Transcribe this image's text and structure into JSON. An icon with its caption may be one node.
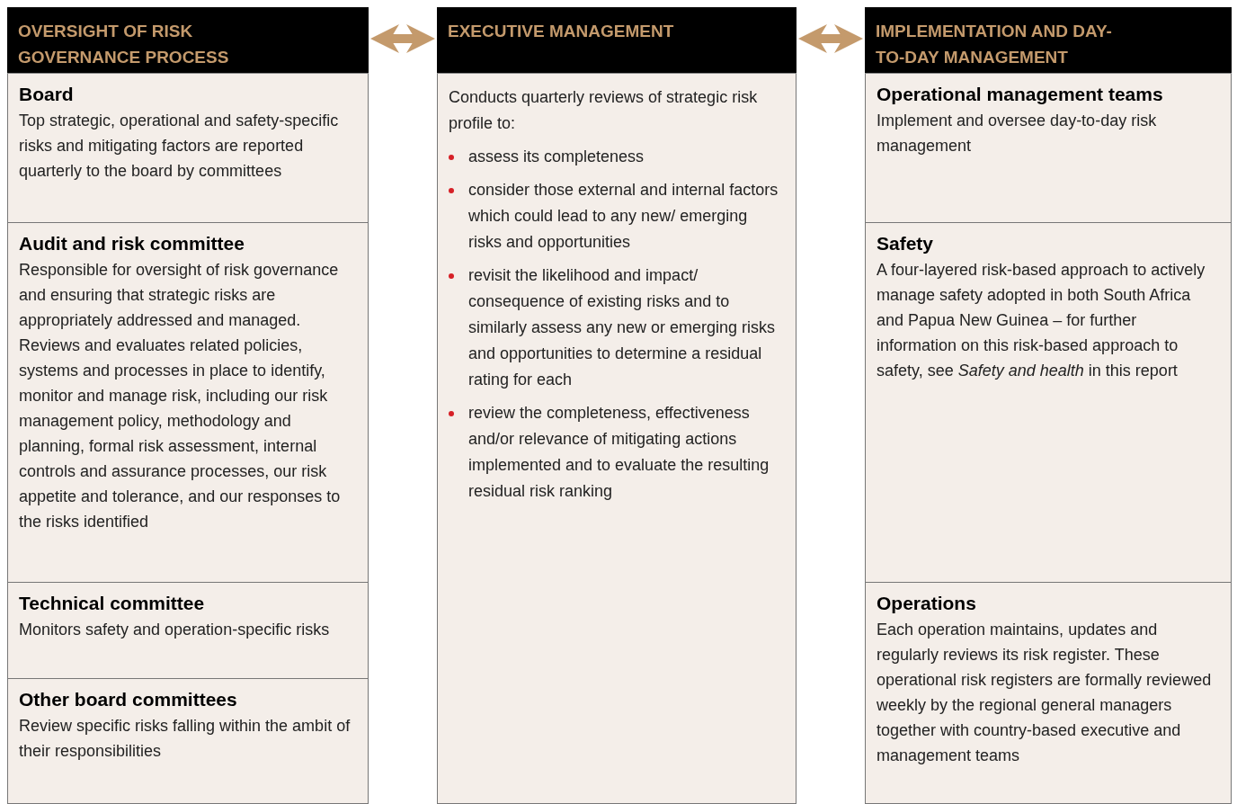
{
  "diagram": {
    "nodes": [
      {
        "text": [
          "OVERSIGHT OF RISK GOVERNANCE PROCESS"
        ]
      },
      {
        "text": [
          "Board",
          "Top strategic, operational and safety-specific risks and mitigating factors are reported quarterly to the board by committees"
        ]
      },
      {
        "text": [
          "Audit and risk committee",
          "Responsible for oversight of risk governance and ensuring that strategic risks are appropriately addressed and managed. Reviews and evaluates related policies, systems and processes in place to identify, monitor and manage risk, including our risk management policy, methodology and planning, formal risk assessment, internal controls and assurance processes, our risk appetite and tolerance, and our responses to the risks identified"
        ]
      },
      {
        "text": [
          "Technical committee",
          "Monitors safety and operation-specific risks"
        ]
      },
      {
        "text": [
          "Other board committees",
          "Review specific risks falling within the ambit of their responsibilities"
        ]
      },
      {
        "text": [
          "EXECUTIVE MANAGEMENT"
        ]
      },
      {
        "text": [
          "Conducts quarterly reviews of strategic risk profile to:",
          "assess its completeness",
          "consider those external and internal factors which could lead to any new/ emerging risks and opportunities",
          "revisit the likelihood and impact/ consequence of existing risks and to similarly assess any new or emerging risks and opportunities to determine a residual rating for each",
          "review the completeness, effectiveness and/or relevance of mitigating actions implemented and to evaluate the resulting residual risk ranking"
        ]
      },
      {
        "text": [
          "IMPLEMENTATION AND DAY-TO-DAY MANAGEMENT"
        ]
      },
      {
        "text": [
          "Operational management teams",
          "Implement and oversee day-to-day risk management"
        ]
      },
      {
        "text": [
          "Safety",
          "A four-layered risk-based approach to actively manage safety adopted in both South Africa and Papua New Guinea – for further information on this risk-based approach to safety, see *Safety and health* in this report"
        ]
      },
      {
        "text": [
          "Operations",
          "Each operation maintains, updates and regularly reviews its risk register. These operational risk registers are formally reviewed weekly by the regional general managers together with country-based executive and management teams"
        ]
      }
    ],
    "edges": [
      {
        "from": 0,
        "to": 5,
        "arrow": "both"
      },
      {
        "from": 5,
        "to": 7,
        "arrow": "both"
      }
    ]
  }
}
